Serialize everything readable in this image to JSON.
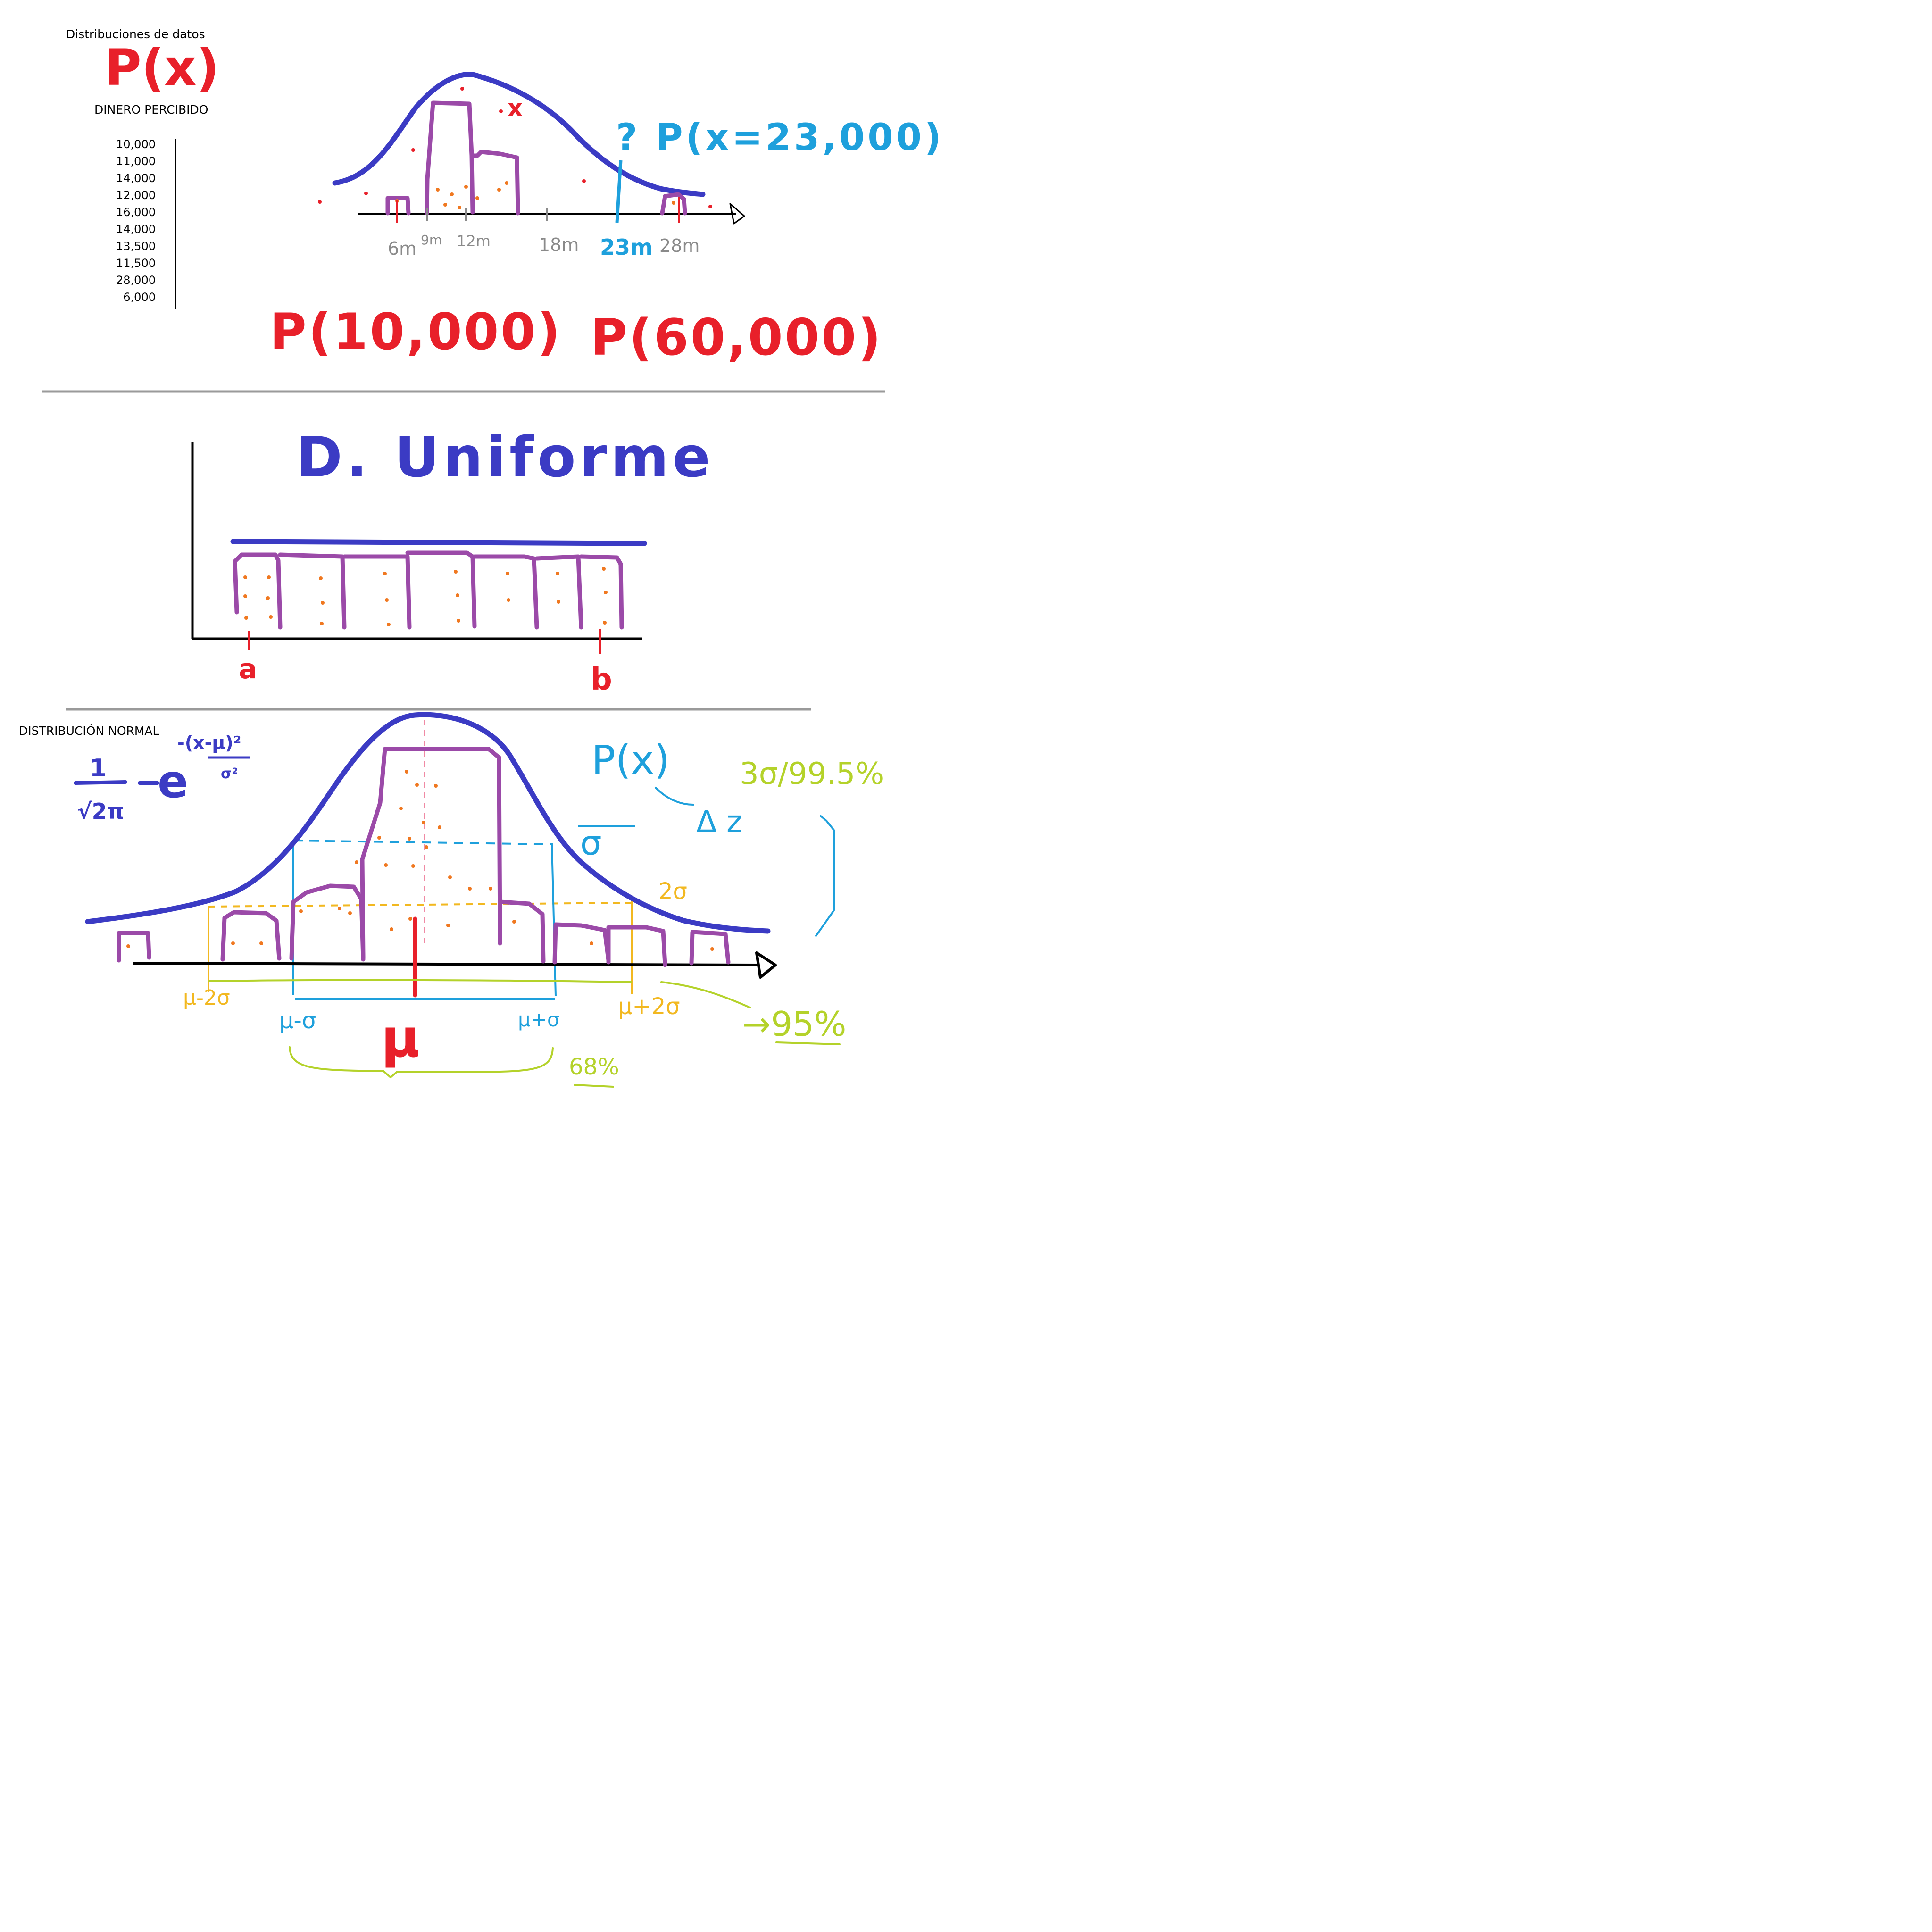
{
  "page": {
    "title": "Distribuciones de datos",
    "income_heading": "DINERO PERCIBIDO",
    "income_values": [
      "10,000",
      "11,000",
      "14,000",
      "12,000",
      "16,000",
      "14,000",
      "13,500",
      "11,500",
      "28,000",
      "6,000"
    ],
    "normal_heading": "DISTRIBUCIÓN NORMAL"
  },
  "annotations": {
    "px": "P(x)",
    "question": "? P(x=23,000)",
    "p_low": "P(10,000)",
    "p_high": "P(60,000)",
    "x_marker": "x",
    "ticks": [
      "6m",
      "9m",
      "12m",
      "18m",
      "23m",
      "28m"
    ],
    "uniform_title": "D. Uniforme",
    "uniform_a": "a",
    "uniform_b": "b",
    "formula_one": "1",
    "formula_sqrt": "√2π",
    "formula_e": "e",
    "formula_exp_num": "-(x-μ)²",
    "formula_exp_den": "σ²",
    "normal_px": "P(x)",
    "normal_z": "Δ z",
    "sigma": "σ",
    "two_sigma": "2σ",
    "three_sigma": "3σ/99.5%",
    "mu": "μ",
    "mu_minus_sigma": "μ-σ",
    "mu_plus_sigma": "μ+σ",
    "mu_minus_2sigma": "μ-2σ",
    "mu_plus_2sigma": "μ+2σ",
    "pct_68": "68%",
    "pct_95": "→95%"
  },
  "colors": {
    "curve": "#3b3bc4",
    "bars": "#9b4aa8",
    "dots": "#f07820",
    "red": "#e8202a",
    "blue": "#1ea0dc",
    "yellow": "#f2b820",
    "lime": "#b4d22a",
    "gray": "#8a8a8a",
    "divider": "#9a9a9a"
  }
}
